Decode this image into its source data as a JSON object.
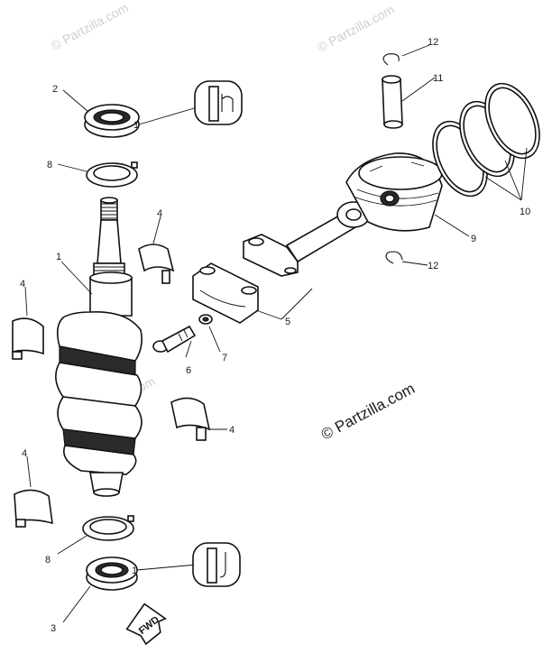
{
  "watermarks": {
    "top_left": "© Partzilla.com",
    "top_right": "© Partzilla.com",
    "mid_left": "© Partzilla.com",
    "main": "© Partzilla.com"
  },
  "callouts": {
    "c1_crank": "1",
    "c2": "2",
    "c3": "3",
    "c4_a": "4",
    "c4_b": "4",
    "c4_c": "4",
    "c4_d": "4",
    "c5": "5",
    "c6": "6",
    "c7": "7",
    "c8_top": "8",
    "c8_bottom": "8",
    "c9": "9",
    "c10": "10",
    "c11": "11",
    "c12_top": "12",
    "c12_bottom": "12",
    "c1_top_ref": "1",
    "c1_bottom_ref": "1"
  },
  "fwd_label": "FWD",
  "icons": [
    "pin-icon-top",
    "pin-icon-bottom"
  ]
}
